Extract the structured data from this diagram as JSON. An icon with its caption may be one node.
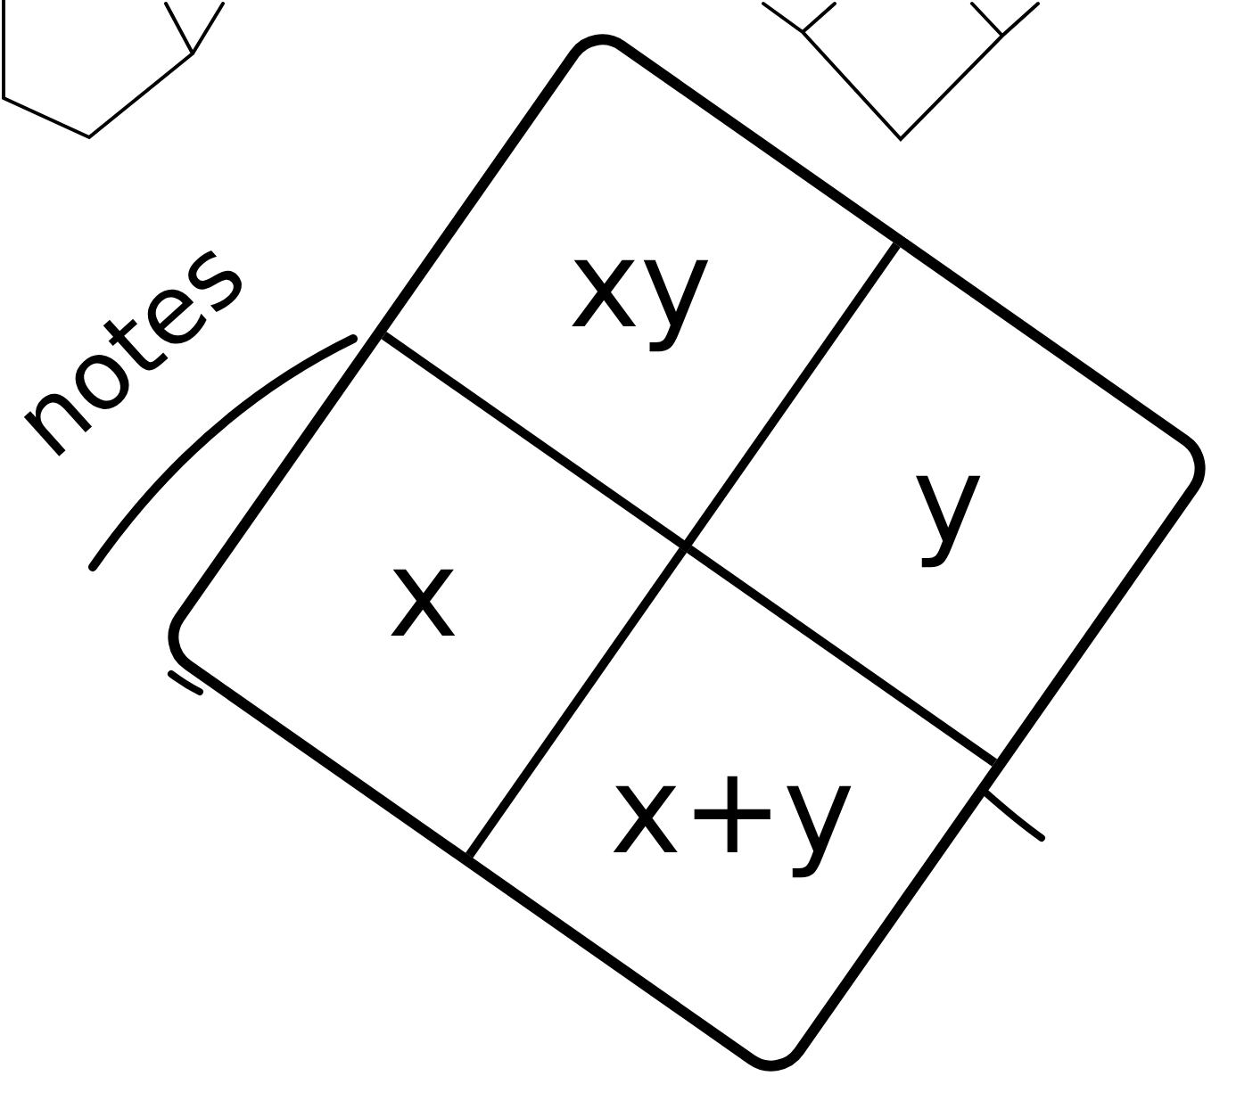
{
  "diagram": {
    "nodes": [
      {
        "text": [],
        "shape": "box"
      },
      {
        "text": [
          "xy"
        ],
        "in": 0
      },
      {
        "text": [
          "y"
        ],
        "in": 0
      },
      {
        "text": [
          "x"
        ],
        "in": 0
      },
      {
        "text": [
          "x+y"
        ],
        "in": 0
      }
    ],
    "labels": [
      "notes"
    ]
  }
}
